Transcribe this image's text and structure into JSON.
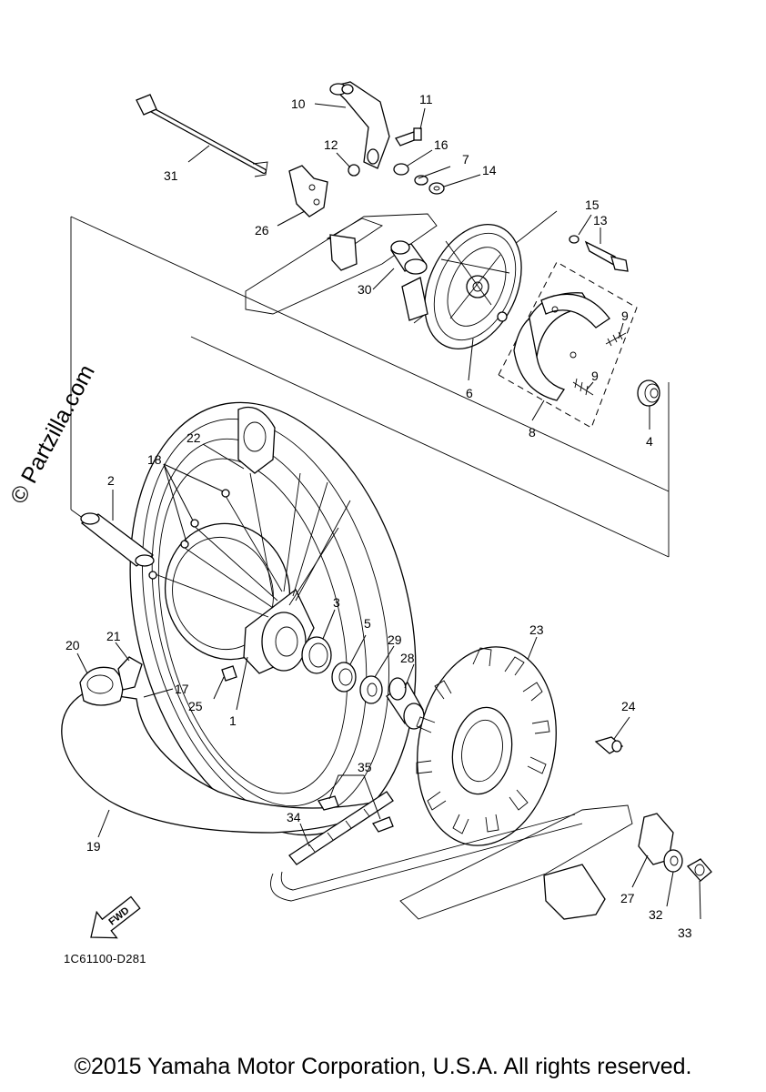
{
  "diagram": {
    "watermark": "© Partzilla.com",
    "drawing_code": "1C61100-D281",
    "fwd_label": "FWD",
    "copyright": "©2015 Yamaha Motor Corporation, U.S.A. All rights reserved.",
    "callouts": [
      "1",
      "2",
      "3",
      "4",
      "5",
      "6",
      "7",
      "8",
      "9",
      "9",
      "10",
      "11",
      "12",
      "13",
      "14",
      "15",
      "16",
      "17",
      "18",
      "19",
      "20",
      "21",
      "22",
      "23",
      "24",
      "25",
      "26",
      "27",
      "28",
      "29",
      "30",
      "31",
      "32",
      "33",
      "34",
      "35"
    ]
  }
}
